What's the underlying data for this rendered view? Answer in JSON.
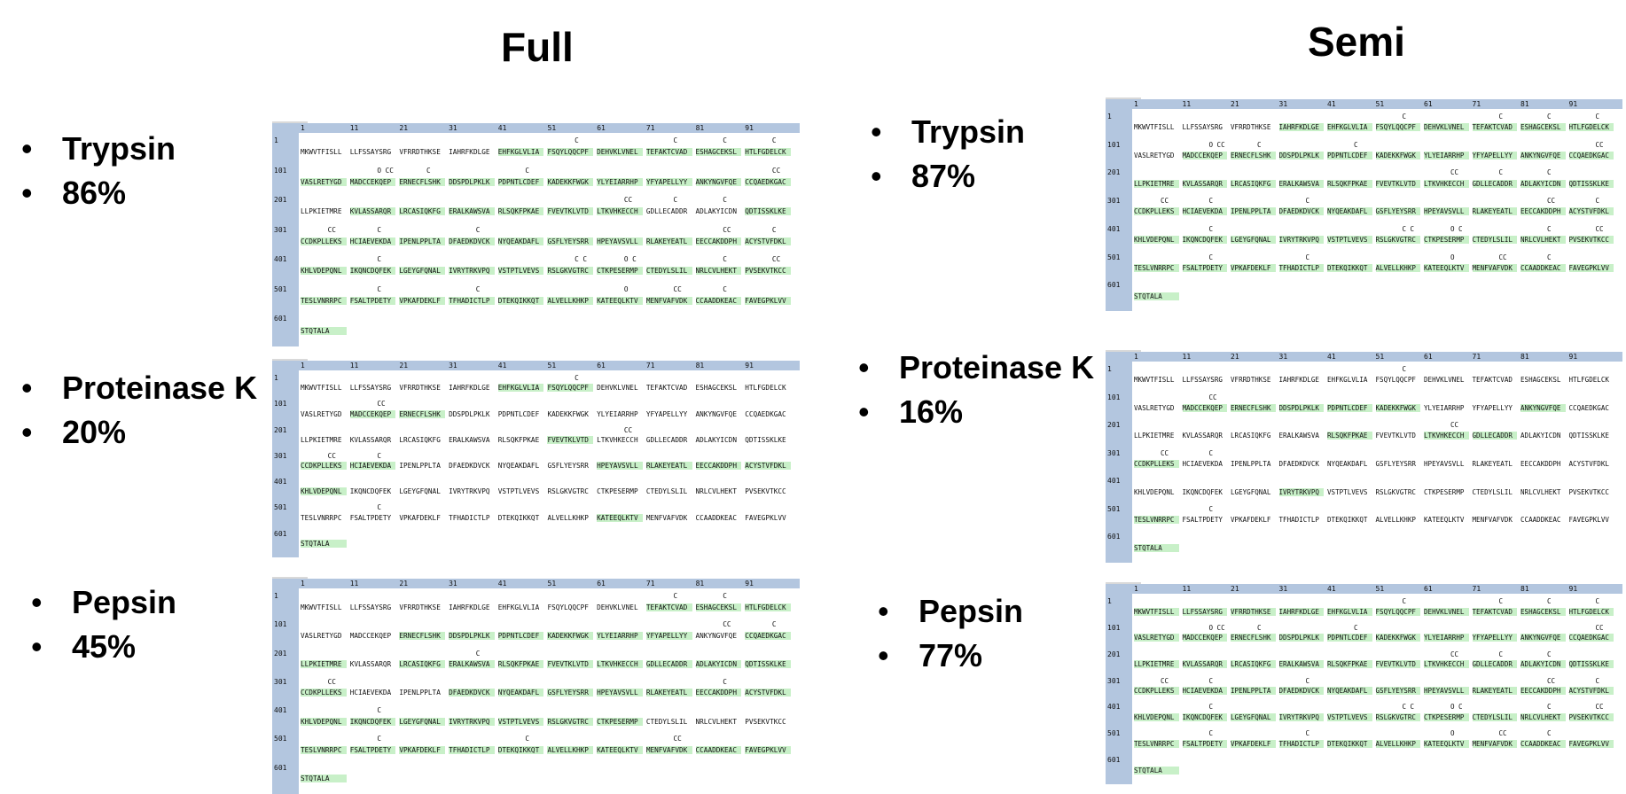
{
  "titles": {
    "full": "Full",
    "semi": "Semi"
  },
  "full": [
    {
      "enzyme": "Trypsin",
      "coverage": "86%"
    },
    {
      "enzyme": "Proteinase K",
      "coverage": "20%"
    },
    {
      "enzyme": "Pepsin",
      "coverage": "45%"
    }
  ],
  "semi": [
    {
      "enzyme": "Trypsin",
      "coverage": "87%"
    },
    {
      "enzyme": "Proteinase K",
      "coverage": "16%"
    },
    {
      "enzyme": "Pepsin",
      "coverage": "77%"
    }
  ],
  "ruler": [
    "1",
    "11",
    "21",
    "31",
    "41",
    "51",
    "61",
    "71",
    "81",
    "91"
  ],
  "row_numbers": [
    "1",
    "101",
    "201",
    "301",
    "401",
    "501",
    "601"
  ],
  "sequence_rows": [
    [
      "MKWVTFISLL",
      "LLFSSAYSRG",
      "VFRRDTHKSE",
      "IAHRFKDLGE",
      "EHFKGLVLIA",
      "FSQYLQQCPF",
      "DEHVKLVNEL",
      "TEFAKTCVAD",
      "ESHAGCEKSL",
      "HTLFGDELCK"
    ],
    [
      "VASLRETYGD",
      "MADCCEKQEP",
      "ERNECFLSHK",
      "DDSPDLPKLK",
      "PDPNTLCDEF",
      "KADEKKFWGK",
      "YLYEIARRHP",
      "YFYAPELLYY",
      "ANKYNGVFQE",
      "CCQAEDKGAC"
    ],
    [
      "LLPKIETMRE",
      "KVLASSARQR",
      "LRCASIQKFG",
      "ERALKAWSVA",
      "RLSQKFPKAE",
      "FVEVTKLVTD",
      "LTKVHKECCH",
      "GDLLECADDR",
      "ADLAKYICDN",
      "QDTISSKLKE"
    ],
    [
      "CCDKPLLEKS",
      "HCIAEVEKDA",
      "IPENLPPLTA",
      "DFAEDKDVCK",
      "NYQEAKDAFL",
      "GSFLYEYSRR",
      "HPEYAVSVLL",
      "RLAKEYEATL",
      "EECCAKDDPH",
      "ACYSTVFDKL"
    ],
    [
      "KHLVDEPQNL",
      "IKQNCDQFEK",
      "LGEYGFQNAL",
      "IVRYTRKVPQ",
      "VSTPTLVEVS",
      "RSLGKVGTRC",
      "CTKPESERMP",
      "CTEDYLSLIL",
      "NRLCVLHEKT",
      "PVSEKVTKCC"
    ],
    [
      "TESLVNRRPC",
      "FSALTPDETY",
      "VPKAFDEKLF",
      "TFHADICTLP",
      "DTEKQIKKQT",
      "ALVELLKHKP",
      "KATEEQLKTV",
      "MENFVAFVDK",
      "CCAADDKEAC",
      "FAVEGPKLVV"
    ],
    [
      "STQTALA"
    ]
  ],
  "colors": {
    "header": "#b3c6df",
    "coverage": "#c8f0c8",
    "text": "#000000"
  }
}
